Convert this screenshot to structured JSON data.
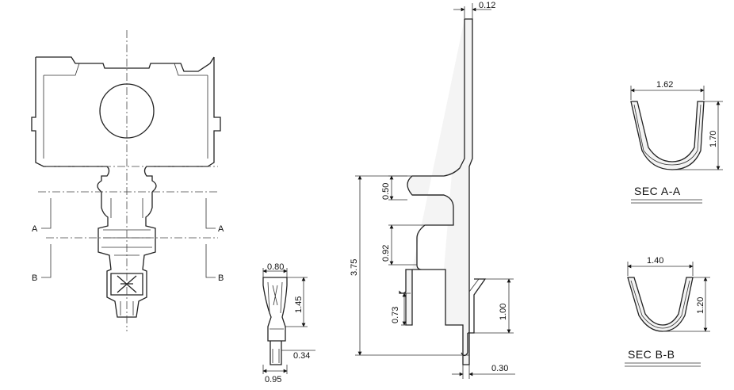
{
  "section_markers": {
    "a_left": "A",
    "a_right": "A",
    "b_left": "B",
    "b_right": "B"
  },
  "front_view_dims": {
    "top_width": "0.80",
    "height_upper": "1.45",
    "pin_width": "0.34",
    "bottom_width": "0.95"
  },
  "side_view_dims": {
    "thickness_top": "0.12",
    "overall_height": "3.75",
    "tab1": "0.50",
    "tab2": "0.92",
    "tab3": "0.73",
    "tail_height": "1.00",
    "tail_width": "0.30"
  },
  "section_aa": {
    "title": "SEC  A-A",
    "width": "1.62",
    "height": "1.70"
  },
  "section_bb": {
    "title": "SEC  B-B",
    "width": "1.40",
    "height": "1.20"
  }
}
